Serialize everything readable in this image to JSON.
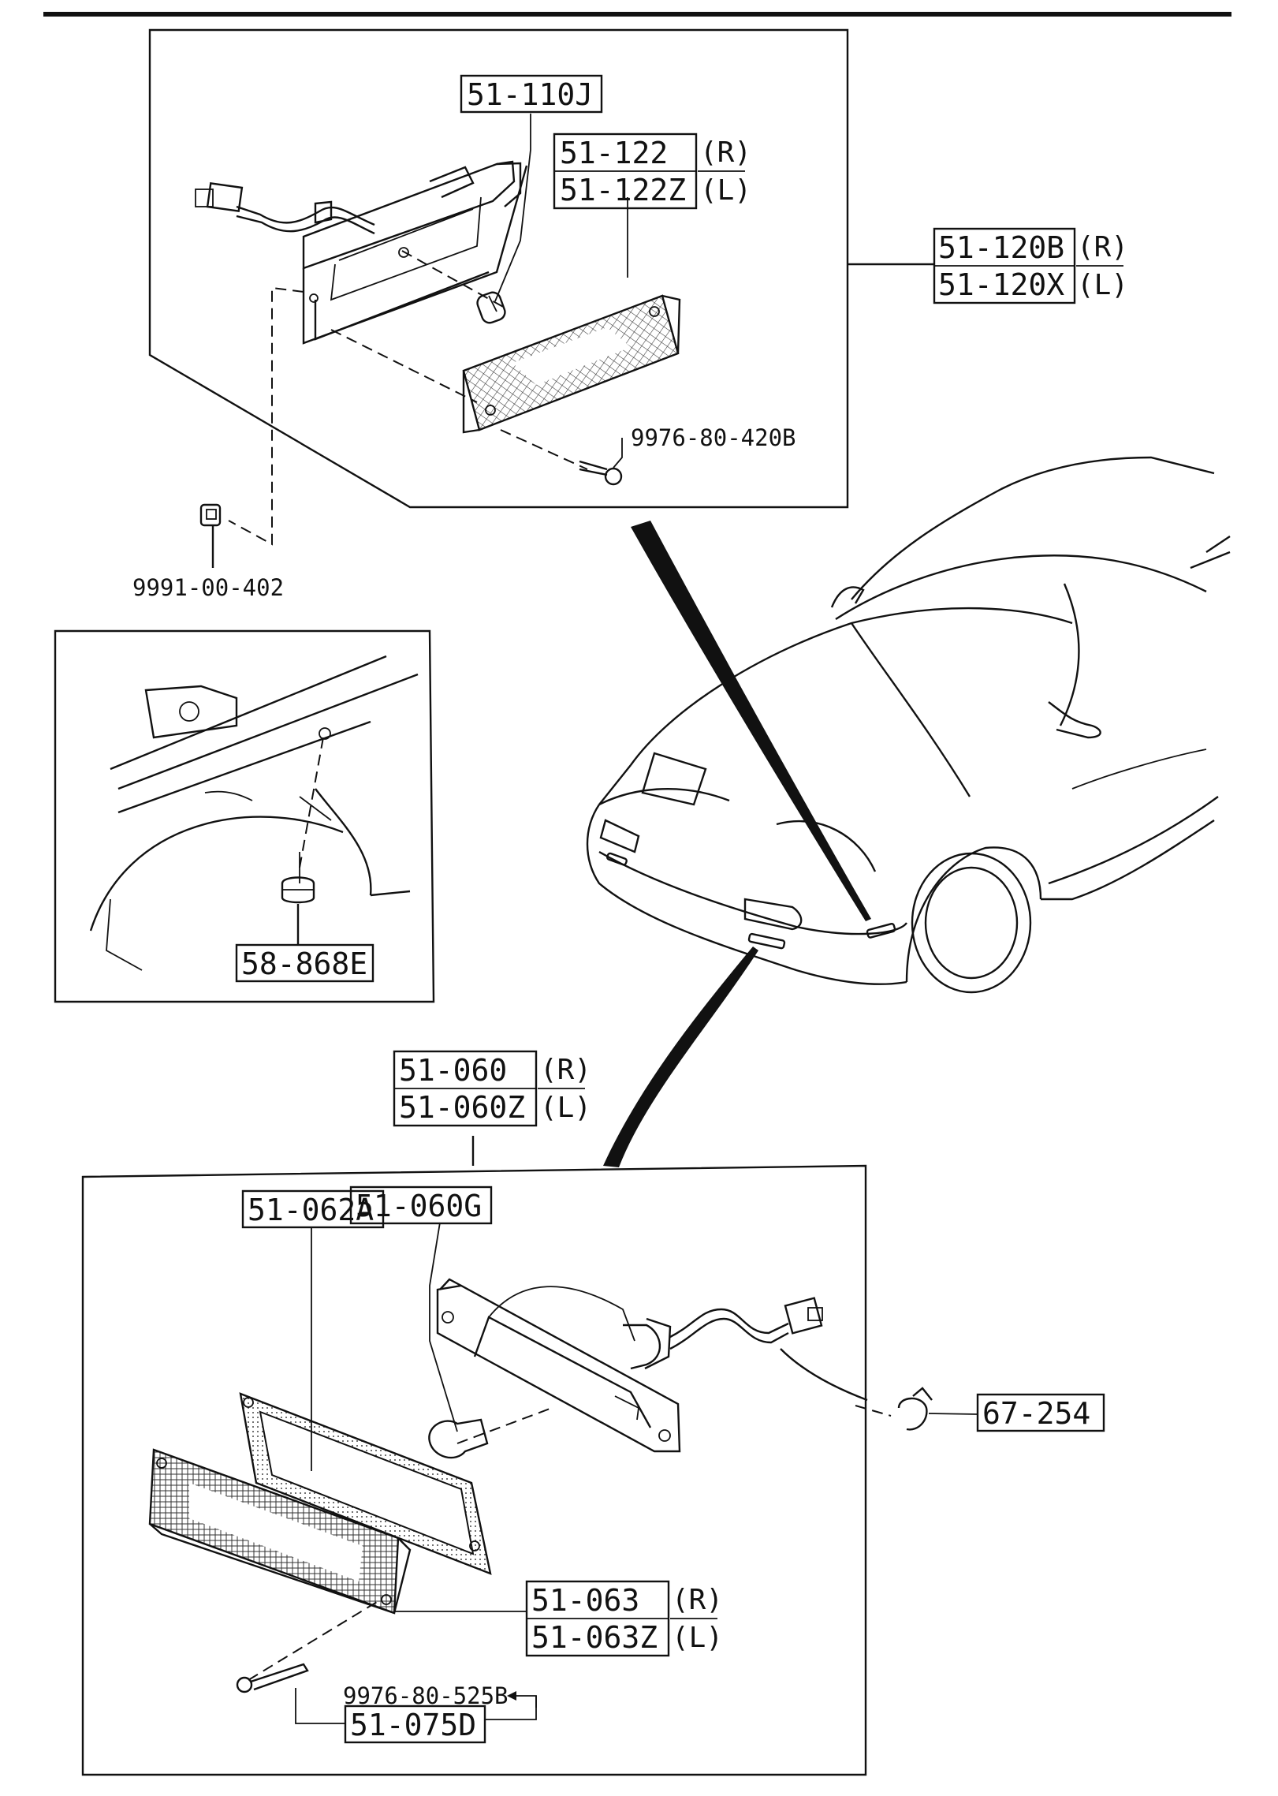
{
  "diagram": {
    "callouts": {
      "p51_110J": "51-110J",
      "p51_122": "51-122",
      "p51_122Z": "51-122Z",
      "p51_122_side_r": "(R)",
      "p51_122_side_l": "(L)",
      "p51_120B": "51-120B",
      "p51_120X": "51-120X",
      "p51_120_side_r": "(R)",
      "p51_120_side_l": "(L)",
      "p9976_80_420B": "9976-80-420B",
      "p9991_00_402": "9991-00-402",
      "p58_868E": "58-868E",
      "p51_060": "51-060",
      "p51_060Z": "51-060Z",
      "p51_060_side_r": "(R)",
      "p51_060_side_l": "(L)",
      "p51_060G": "51-060G",
      "p51_062A": "51-062A",
      "p67_254": "67-254",
      "p51_063": "51-063",
      "p51_063Z": "51-063Z",
      "p51_063_side_r": "(R)",
      "p51_063_side_l": "(L)",
      "p9976_80_525B": "9976-80-525B",
      "p51_075D": "51-075D"
    }
  }
}
